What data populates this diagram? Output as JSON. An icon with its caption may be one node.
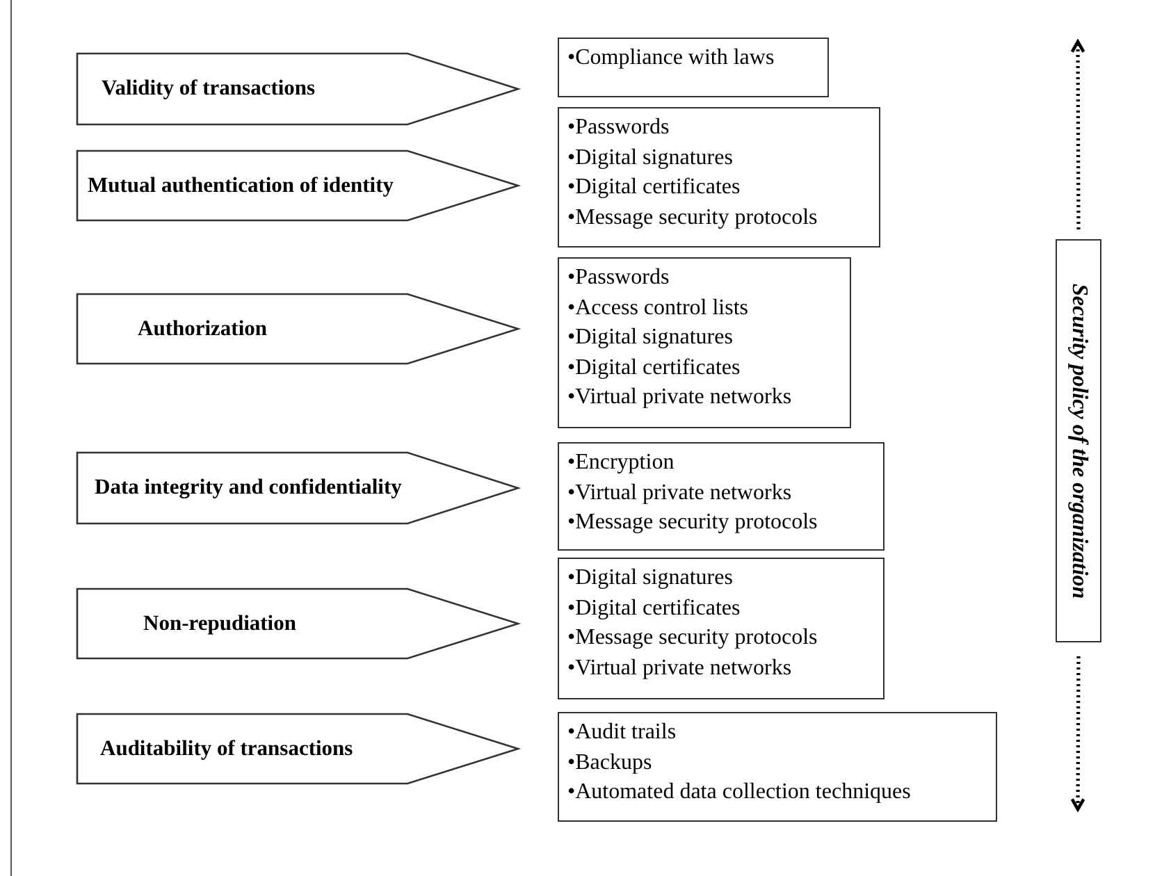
{
  "diagram": {
    "nodes": [
      {
        "text": [
          "Validity of transactions"
        ]
      },
      {
        "text": [
          "Mutual authentication of identity"
        ]
      },
      {
        "text": [
          "Authorization"
        ]
      },
      {
        "text": [
          "Data integrity and confidentiality"
        ]
      },
      {
        "text": [
          "Non-repudiation"
        ]
      },
      {
        "text": [
          "Auditability of transactions"
        ]
      },
      {
        "text": [
          "•Compliance with laws"
        ]
      },
      {
        "text": [
          "•Passwords",
          "•Digital signatures",
          "•Digital certificates",
          "•Message security protocols"
        ]
      },
      {
        "text": [
          "•Passwords",
          "•Access control lists",
          "•Digital signatures",
          "•Digital certificates",
          "•Virtual private networks"
        ]
      },
      {
        "text": [
          "•Encryption",
          "•Virtual private networks",
          "•Message security protocols"
        ]
      },
      {
        "text": [
          "•Digital signatures",
          "•Digital certificates",
          "•Message security protocols",
          "•Virtual private networks"
        ]
      },
      {
        "text": [
          "•Audit trails",
          "•Backups",
          "•Automated data collection techniques"
        ]
      },
      {
        "text": [
          "Security policy of the organization"
        ]
      }
    ],
    "edges": [
      {
        "from": 12,
        "to": null,
        "arrow": "to",
        "style": "dashed"
      },
      {
        "from": 12,
        "to": null,
        "arrow": "to",
        "style": "dashed"
      }
    ]
  }
}
